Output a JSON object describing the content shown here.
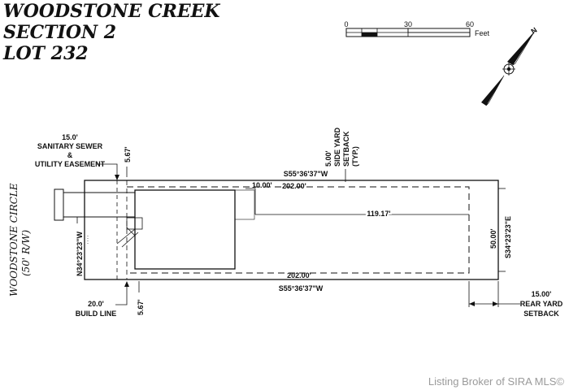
{
  "title": {
    "line1": "WOODSTONE CREEK",
    "line2": "SECTION 2",
    "line3": "LOT 232"
  },
  "scale_bar": {
    "ticks": [
      "0",
      "30",
      "60"
    ],
    "unit": "Feet"
  },
  "north_arrow": {
    "label": "N"
  },
  "road": {
    "name": "WOODSTONE CIRCLE",
    "row": "(50' R/W)"
  },
  "easement": {
    "width": "15.0'",
    "line1": "SANITARY SEWER",
    "line2": "&",
    "line3": "UTILITY EASEMENT"
  },
  "side_yard": {
    "width": "5.00'",
    "line1": "SIDE YARD",
    "line2": "SETBACK",
    "line3": "(TYP.)"
  },
  "dimensions": {
    "top_bearing": "S55°36'37\"W",
    "top_length": "202.00'",
    "bottom_length": "202.00'",
    "bottom_bearing": "S55°36'37\"W",
    "left_bearing": "N34°23'23\"W",
    "right_length": "50.00'",
    "right_bearing": "S34°23'23\"E",
    "inner_offset": "10.00'",
    "inner_length": "119.17'",
    "left_offset_top": "5.67'",
    "left_offset_bottom": "5.67'"
  },
  "build_line": {
    "width": "20.0'",
    "label": "BUILD LINE"
  },
  "rear_setback": {
    "width": "15.00'",
    "line1": "REAR YARD",
    "line2": "SETBACK"
  },
  "watermark": "Listing Broker of SIRA MLS©"
}
